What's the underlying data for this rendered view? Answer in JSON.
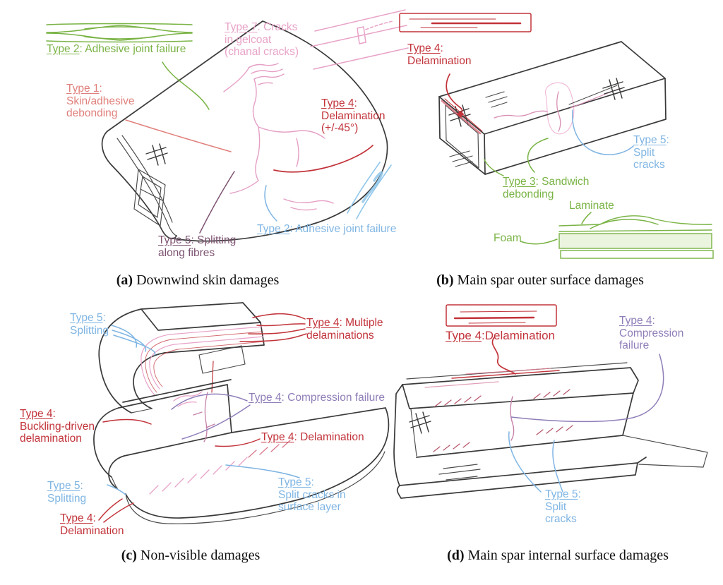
{
  "colors": {
    "green": "#79B344",
    "salmon": "#E0807C",
    "pink": "#E8A3C8",
    "dark_red": "#C2333A",
    "blue": "#7FB5E3",
    "plum": "#7E5472",
    "purple": "#8F7EB8",
    "damage_fill": "#FADCE9",
    "sketch_black": "#3A3A3A"
  },
  "panel_a": {
    "caption_tag": "(a)",
    "caption": "Downwind skin damages",
    "labels": {
      "type2_green": {
        "head": "Type 2",
        "rest": ": Adhesive joint failure"
      },
      "type1": {
        "head": "Type 1",
        "rest": ":",
        "line2": "Skin/adhesive",
        "line3": "debonding"
      },
      "type7": {
        "head": "Type 7",
        "rest": ": Cracks",
        "line2": "in gelcoat",
        "line3": "(chanal cracks)"
      },
      "type4": {
        "head": "Type 4",
        "rest": ":",
        "line2": "Delamination",
        "line3": "(+/-45°)"
      },
      "type2_blue": {
        "head": "Type 2",
        "rest": ": Adhesive joint failure"
      },
      "type5": {
        "head": "Type 5",
        "rest": ": Splitting",
        "line2": "along fibres"
      }
    }
  },
  "panel_b": {
    "caption_tag": "(b)",
    "caption": "Main spar outer surface damages",
    "labels": {
      "type4": {
        "head": "Type 4",
        "rest": ":",
        "line2": "Delamination"
      },
      "type5": {
        "head": "Type 5",
        "rest": ":",
        "line2": "Split",
        "line3": "cracks"
      },
      "type3": {
        "head": "Type 3",
        "rest": ": Sandwich",
        "line2": "debonding"
      },
      "laminate": "Laminate",
      "foam": "Foam"
    }
  },
  "panel_c": {
    "caption_tag": "(c)",
    "caption": "Non-visible damages",
    "labels": {
      "type5_top": {
        "head": "Type 5",
        "rest": ":",
        "line2": "Splitting"
      },
      "type4_multi": {
        "head": "Type 4",
        "rest": ": Multiple",
        "line2": "delaminations"
      },
      "type4_buckling": {
        "head": "Type 4",
        "rest": ":",
        "line2": "Buckling-driven",
        "line3": "delamination"
      },
      "type4_compression": {
        "head": "Type 4",
        "rest": ": Compression failure"
      },
      "type4_delam": {
        "head": "Type 4",
        "rest": ": Delamination"
      },
      "type5_bottom": {
        "head": "Type 5",
        "rest": ":",
        "line2": "Splitting"
      },
      "type4_bottom": {
        "head": "Type 4",
        "rest": ":",
        "line2": "Delamination"
      },
      "type5_right": {
        "head": "Type 5",
        "rest": ":",
        "line2": "Split cracks in",
        "line3": "surface layer"
      }
    }
  },
  "panel_d": {
    "caption_tag": "(d)",
    "caption": "Main spar internal surface damages",
    "labels": {
      "type4_delam": {
        "head": "Type 4",
        "rest": ":Delamination"
      },
      "type4_compression": {
        "head": "Type 4",
        "rest": ":",
        "line2": "Compression",
        "line3": "failure"
      },
      "type5": {
        "head": "Type 5",
        "rest": ":",
        "line2": "Split",
        "line3": "cracks"
      }
    }
  }
}
